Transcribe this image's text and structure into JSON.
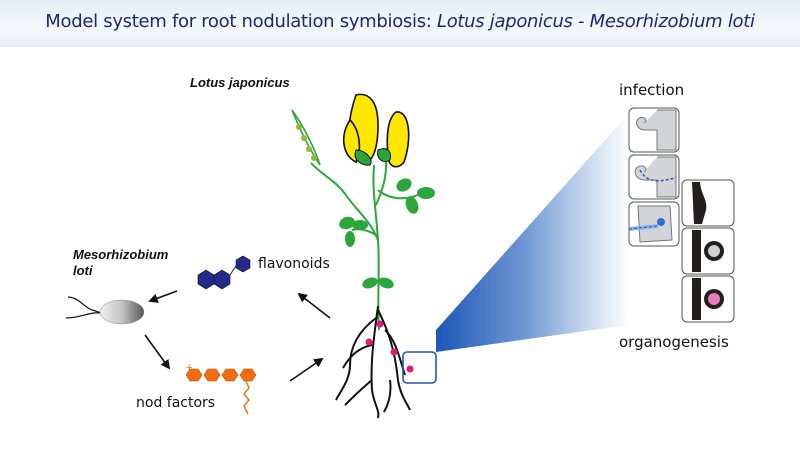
{
  "header": {
    "title_plain": "Model system for root nodulation symbiosis: ",
    "title_italic": "Lotus japonicus - Mesorhizobium loti"
  },
  "labels": {
    "plant": "Lotus japonicus",
    "bacterium_line1": "Mesorhizobium",
    "bacterium_line2": "loti",
    "flavonoids": "flavonoids",
    "nod_factors": "nod factors",
    "infection": "infection",
    "organogenesis": "organogenesis"
  },
  "colors": {
    "title": "#1b2a6b",
    "plant_green": "#2aa63a",
    "flower_yellow": "#ffe800",
    "flavonoid_navy": "#232a8a",
    "nod_factor_orange": "#f36d10",
    "nodule_pink": "#e0187a",
    "zoom_blue": "#1f57b8"
  },
  "panels": {
    "infection_stages": [
      "curled root hair",
      "infection thread",
      "cortical cell entry"
    ],
    "organogenesis_stages": [
      "primordium bulge",
      "immature nodule",
      "mature pink nodule"
    ]
  }
}
